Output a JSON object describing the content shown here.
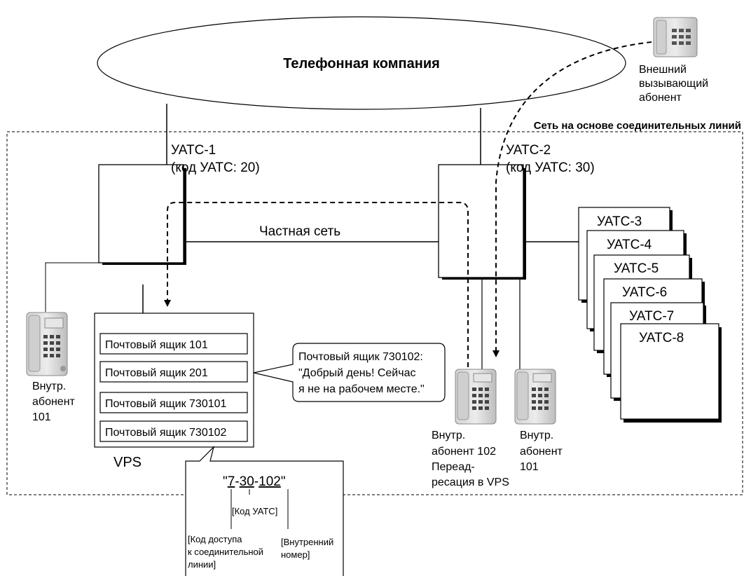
{
  "cloud": {
    "label": "Телефонная компания"
  },
  "external_caller": {
    "lines": [
      "Внешний",
      "вызывающий",
      "абонент"
    ]
  },
  "network": {
    "label": "Сеть на основе соединительных линий"
  },
  "pbx1": {
    "name": "УАТС-1",
    "code": "(код УАТС: 20)"
  },
  "pbx2": {
    "name": "УАТС-2",
    "code": "(код УАТС: 30)"
  },
  "private_network": {
    "label": "Частная сеть"
  },
  "pbx_stack": [
    "УАТС-3",
    "УАТС-4",
    "УАТС-5",
    "УАТС-6",
    "УАТС-7",
    "УАТС-8"
  ],
  "vps": {
    "label": "VPS",
    "mailboxes": [
      "Почтовый ящик 101",
      "Почтовый ящик 201",
      "Почтовый ящик 730101",
      "Почтовый ящик 730102"
    ]
  },
  "greeting": {
    "lines": [
      "Почтовый ящик 730102:",
      "\"Добрый день! Сейчас",
      "я не на рабочем месте.\""
    ]
  },
  "ext_left": {
    "lines": [
      "Внутр.",
      "абонент",
      "101"
    ]
  },
  "ext_102": {
    "lines": [
      "Внутр.",
      "абонент 102",
      "Переад-",
      "ресация в VPS"
    ]
  },
  "ext_101_right": {
    "lines": [
      "Внутр.",
      "абонент",
      "101"
    ]
  },
  "number_breakdown": {
    "quote_open": "\"",
    "part1": "7",
    "dash1": "-",
    "part2": "30",
    "dash2": "-",
    "part3": "102",
    "quote_close": "\"",
    "pbx_code_label": "[Код УАТС]",
    "trunk_access_label": [
      "[Код доступа",
      "к соединительной",
      "линии]"
    ],
    "extension_label": [
      "[Внутренний",
      "номер]"
    ]
  }
}
